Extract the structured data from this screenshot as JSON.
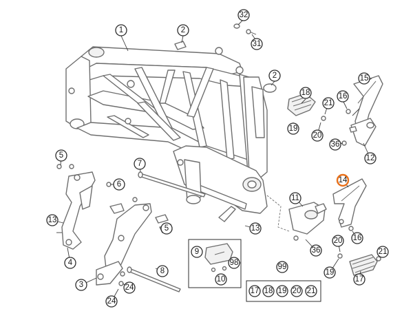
{
  "highlight_color": "#e8701a",
  "callouts": [
    {
      "id": "c1",
      "label": "1"
    },
    {
      "id": "c2a",
      "label": "2"
    },
    {
      "id": "c2b",
      "label": "2"
    },
    {
      "id": "c3",
      "label": "3"
    },
    {
      "id": "c4",
      "label": "4"
    },
    {
      "id": "c5a",
      "label": "5"
    },
    {
      "id": "c5b",
      "label": "5"
    },
    {
      "id": "c6",
      "label": "6"
    },
    {
      "id": "c7",
      "label": "7"
    },
    {
      "id": "c8",
      "label": "8"
    },
    {
      "id": "c9",
      "label": "9"
    },
    {
      "id": "c10",
      "label": "10"
    },
    {
      "id": "c11",
      "label": "11"
    },
    {
      "id": "c12",
      "label": "12"
    },
    {
      "id": "c13a",
      "label": "13"
    },
    {
      "id": "c13b",
      "label": "13"
    },
    {
      "id": "c14",
      "label": "14",
      "highlighted": true
    },
    {
      "id": "c15",
      "label": "15"
    },
    {
      "id": "c16a",
      "label": "16"
    },
    {
      "id": "c16b",
      "label": "16"
    },
    {
      "id": "c17a",
      "label": "17"
    },
    {
      "id": "c17b",
      "label": "17"
    },
    {
      "id": "c18a",
      "label": "18"
    },
    {
      "id": "c18b",
      "label": "18"
    },
    {
      "id": "c19a",
      "label": "19"
    },
    {
      "id": "c19b",
      "label": "19"
    },
    {
      "id": "c19c",
      "label": "19"
    },
    {
      "id": "c20a",
      "label": "20"
    },
    {
      "id": "c20b",
      "label": "20"
    },
    {
      "id": "c20c",
      "label": "20"
    },
    {
      "id": "c21a",
      "label": "21"
    },
    {
      "id": "c21b",
      "label": "21"
    },
    {
      "id": "c21c",
      "label": "21"
    },
    {
      "id": "c24a",
      "label": "24"
    },
    {
      "id": "c24b",
      "label": "24"
    },
    {
      "id": "c31",
      "label": "31"
    },
    {
      "id": "c32",
      "label": "32"
    },
    {
      "id": "c36a",
      "label": "36"
    },
    {
      "id": "c36b",
      "label": "36"
    },
    {
      "id": "c98",
      "label": "98"
    },
    {
      "id": "c99",
      "label": "99"
    }
  ]
}
